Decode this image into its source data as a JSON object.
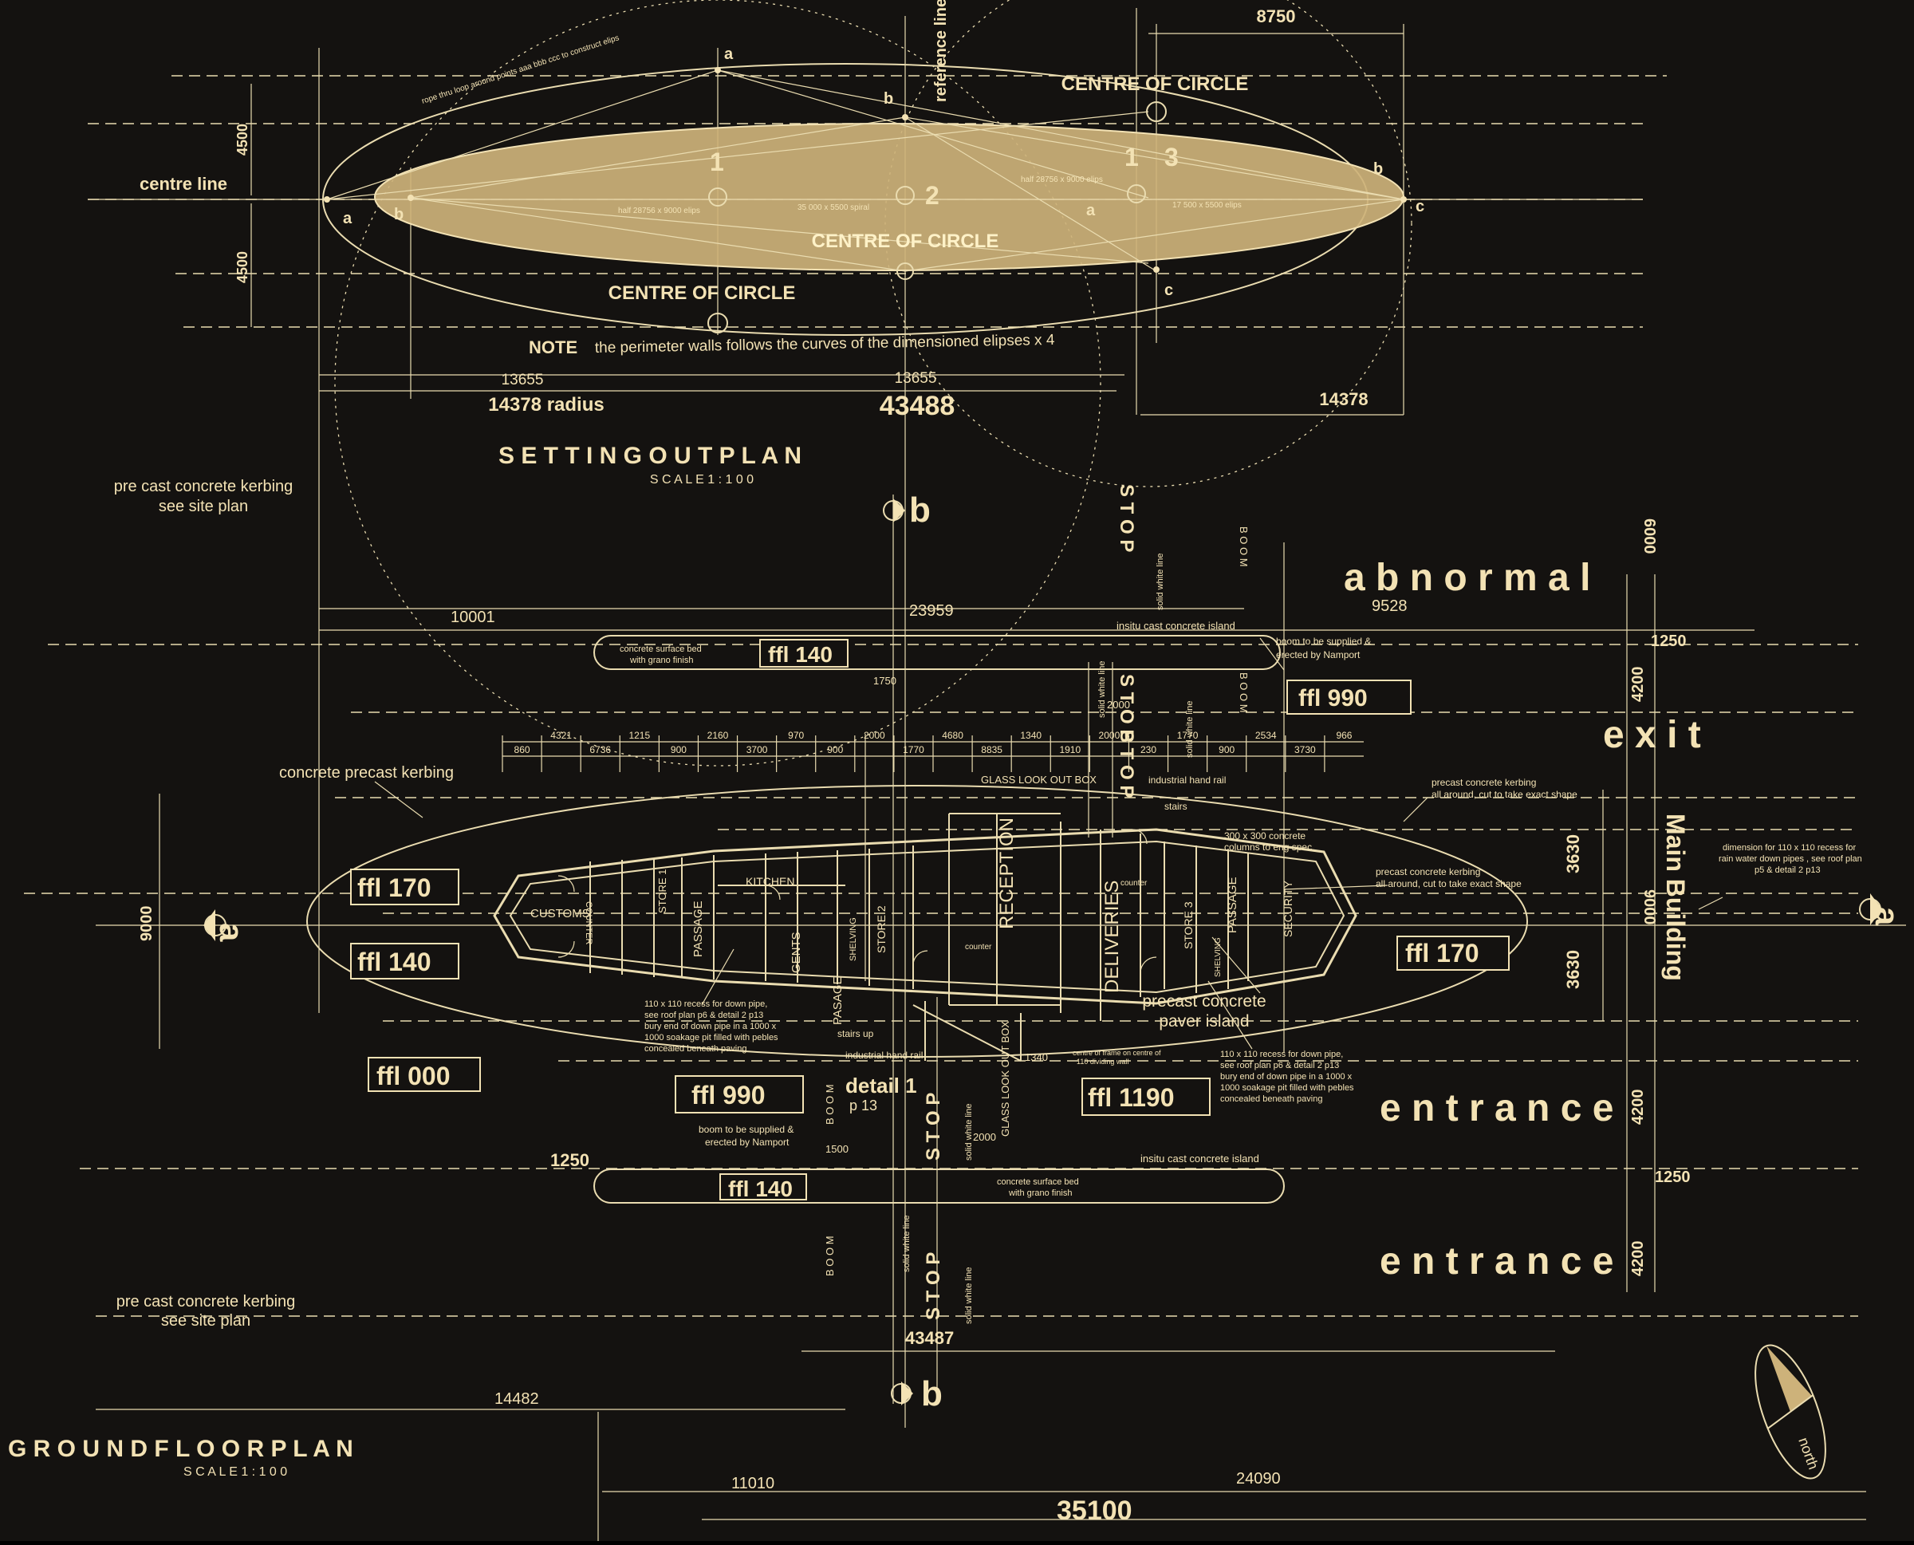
{
  "colors": {
    "background": "#141210",
    "ink": "#f3e2b4",
    "ellipse_fill": "#cdb27a"
  },
  "setting_out": {
    "title": "S E T T I N G   O U T   P L A N",
    "scale": "S C A L E   1 : 1 0 0",
    "centre_line": "centre line",
    "reference_line": "reference line",
    "centre_of_circle": "CENTRE OF CIRCLE",
    "note_key": "NOTE",
    "note_text": "the perimeter walls follows the curves of the dimensioned elipses x 4",
    "rope_note": "rope thru loop around points aaa bbb ccc to construct elips",
    "ellipse_note_1": "half 28756 x 9000 elips",
    "ellipse_note_2": "35 000 x 5500 spiral",
    "ellipse_note_3": "half 28756 x 9000 elips",
    "ellipse_note_4": "17 500 x 5500 elips",
    "dims": {
      "d8750": "8750",
      "d4500a": "4500",
      "d4500b": "4500",
      "d13655a": "13655",
      "d13655b": "13655",
      "radius": "14378 radius",
      "total": "43488",
      "d14378": "14378"
    },
    "points": {
      "a": "a",
      "b": "b",
      "c": "c",
      "n1": "1",
      "n2": "2",
      "n3": "3"
    }
  },
  "ground_floor": {
    "title": "G R O U N D   F L O O R   P L A N",
    "scale": "S C A L E   1 : 1 0 0",
    "kerbing_top": "pre cast concrete kerbing",
    "kerbing_top_2": "see site plan",
    "kerbing_bottom": "pre cast concrete kerbing",
    "kerbing_bottom_2": "see site plan",
    "concrete_precast_kerbing": "concrete precast kerbing",
    "precast_kerbing_right": "precast concrete kerbing",
    "precast_kerbing_right_2": "all around, cut to take exact shape",
    "precast_kerbing_inner": "precast concrete kerbing",
    "precast_kerbing_inner_2": "all around, cut to take exact shape",
    "insitu_top": "insitu cast concrete island",
    "insitu_bottom": "insitu cast concrete island",
    "surface_bed_top": "concrete surface bed",
    "surface_bed_top_2": "with grano finish",
    "surface_bed_bottom": "concrete surface bed",
    "surface_bed_bottom_2": "with grano finish",
    "boom_note_top": "boom to be supplied &",
    "boom_note_top_2": "erected by Namport",
    "boom_note_bottom": "boom to be supplied &",
    "boom_note_bottom_2": "erected by Namport",
    "paver_island": "precast concrete",
    "paver_island_2": "paver island",
    "glass_look_out_box": "GLASS LOOK OUT BOX",
    "glass_look_out_box_2": "GLASS LOOK OUT BOX",
    "industrial_hand_rail": "industrial hand rail",
    "industrial_hand_rail_2": "industrial hand rail",
    "columns_note": "300 x 300 concrete",
    "columns_note_2": "columns to eng spec",
    "recess_note_right": "dimension for 110 x 110 recess for",
    "recess_note_right_2": "rain water down pipes , see roof plan",
    "recess_note_right_3": "p5 & detail 2 p13",
    "recess_left": [
      "110 x 110 recess for down pipe,",
      "see roof plan p6 & detail 2 p13",
      "bury end of down pipe in a 1000 x",
      "1000 soakage pit filled with pebles",
      "concealed beneath paving"
    ],
    "recess_right": [
      "110 x 110 recess for down pipe,",
      "see roof plan p6 & detail 2 p13",
      "bury end of down pipe in a 1000 x",
      "1000 soakage pit filled with pebles",
      "concealed beneath paving"
    ],
    "frame_note": "centre of frame on centre of",
    "frame_note_2": "110 dividing wall",
    "rooms": {
      "customs": "CUSTOMS",
      "counter": "COUNTER",
      "store1": "STORE 1",
      "passage1": "PASSAGE",
      "kitchen": "KITCHEN",
      "gents": "GENTS",
      "shelving": "SHELVING",
      "store2": "STORE 2",
      "pasage": "PASAGE",
      "reception": "RECEPTION",
      "deliveries": "DELIVERIES",
      "store3": "STORE 3",
      "passage2": "PASSAGE",
      "security": "SECURITY",
      "stairs": "stairs",
      "stairs_up": "stairs up",
      "counter2": "counter",
      "counter3": "counter",
      "shelving2": "SHELVING"
    },
    "ffl": {
      "f140_top": "ffl 140",
      "f990_right": "ffl 990",
      "f170_left": "ffl 170",
      "f140_left": "ffl 140",
      "f170_right": "ffl 170",
      "f000": "ffl 000",
      "f990_bottom": "ffl 990",
      "f1190": "ffl 1190",
      "f140_bottom": "ffl 140"
    },
    "detail": "detail 1",
    "detail_page": "p 13",
    "stop": "S T O P",
    "boom": "B O O M",
    "solid_white_line": "solid white line",
    "section_a": "a",
    "section_b": "b",
    "lanes": {
      "abnormal": "a b n o r m a l",
      "exit": "e x i t",
      "entrance1": "e n t r a n c e",
      "entrance2": "e n t r a n c e",
      "main_building": "Main Building"
    },
    "dims": {
      "d10001": "10001",
      "d23959": "23959",
      "d9528": "9528",
      "d1250a": "1250",
      "d4200a": "4200",
      "d6000": "6000",
      "d9000a": "9000",
      "d9000b": "9000",
      "d3630a": "3630",
      "d3630b": "3630",
      "d4200b": "4200",
      "d1250b": "1250",
      "d1250c": "1250",
      "d4200c": "4200",
      "d43487": "43487",
      "d14482": "14482",
      "d11010": "11010",
      "d24090": "24090",
      "d35100": "35100",
      "d1750": "1750",
      "d2000": "2000",
      "d1500": "1500",
      "d2000b": "2000",
      "d1340": "1340"
    },
    "chain": [
      "860",
      "4321",
      "6736",
      "1215",
      "900",
      "2160",
      "3700",
      "970",
      "900",
      "2000",
      "1770",
      "4680",
      "8835",
      "1340",
      "1910",
      "2000",
      "230",
      "1770",
      "900",
      "2534",
      "3730",
      "966"
    ],
    "north": "north"
  }
}
